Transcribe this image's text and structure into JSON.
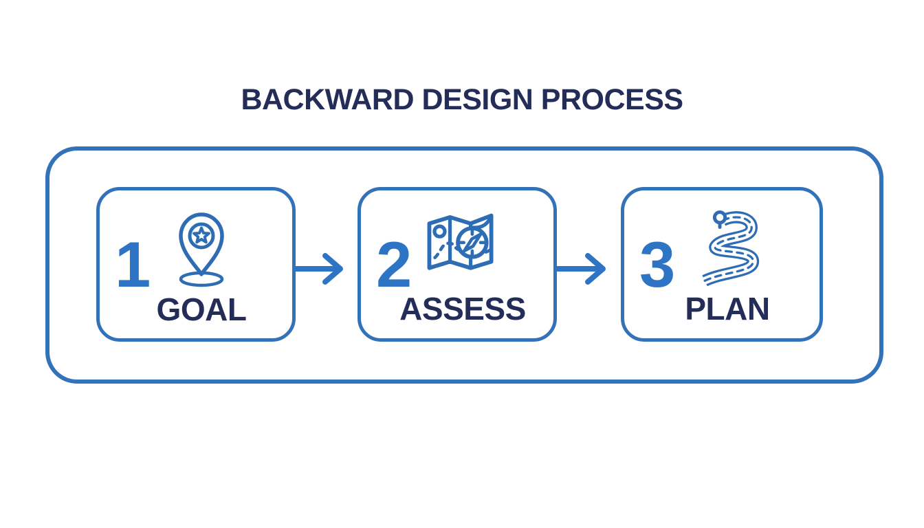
{
  "title": "BACKWARD DESIGN PROCESS",
  "diagram": {
    "steps": [
      {
        "number": "1",
        "label": "GOAL",
        "icon": "goal-pin-star-icon"
      },
      {
        "number": "2",
        "label": "ASSESS",
        "icon": "map-compass-icon"
      },
      {
        "number": "3",
        "label": "PLAN",
        "icon": "winding-road-icon"
      }
    ],
    "arrows": [
      "arrow-goal-to-assess",
      "arrow-assess-to-plan"
    ],
    "colors": {
      "accent_blue": "#2e74c4",
      "border_blue": "#3372b8",
      "stroke_blue": "#2e6db4",
      "navy": "#232d57",
      "background": "#ffffff"
    }
  }
}
